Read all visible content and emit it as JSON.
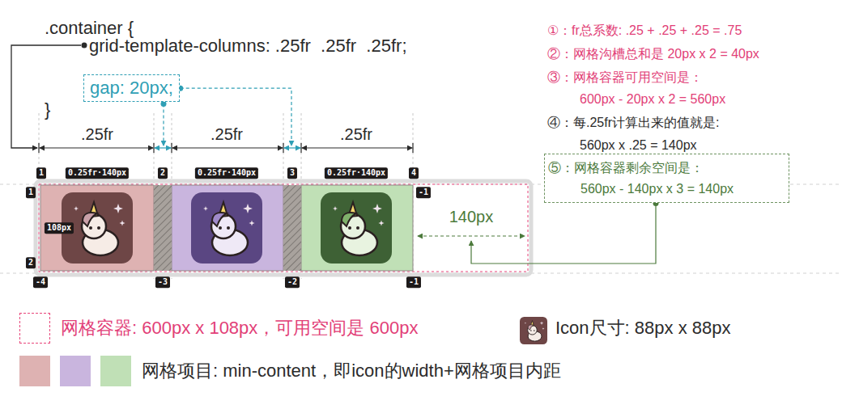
{
  "diagram": {
    "nodes": [
      {
        "text": [
          "gap: 20px;"
        ]
      },
      {
        "text": [
          "⑤：网格容器剩余空间是：",
          "560px - 140px x 3 = 140px"
        ]
      }
    ],
    "labels": [
      ".container {",
      "grid-template-columns: .25fr  .25fr  .25fr;",
      "}",
      ".25fr",
      ".25fr",
      ".25fr",
      "1",
      "0.25fr·140px",
      "2",
      "0.25fr·140px",
      "3",
      "0.25fr·140px",
      "4",
      "1",
      "-1",
      "108px",
      "2",
      "-4",
      "-3",
      "-2",
      "-1",
      "140px",
      "①：fr总系数: .25 + .25 + .25 = .75",
      "②：网格沟槽总和是 20px x 2 = 40px",
      "③：网格容器可用空间是：",
      "600px - 20px x 2 = 560px",
      "④：每.25fr计算出来的值就是:",
      "560px x .25 = 140px"
    ],
    "legend": [
      {
        "text": "网格容器: 600px x 108px，可用空间是 600px"
      },
      {
        "text": "Icon尺寸: 88px x 88px"
      },
      {
        "text": "网格项目: min-content，即icon的width+网格项目内距",
        "color": "#deb2b2"
      }
    ]
  }
}
